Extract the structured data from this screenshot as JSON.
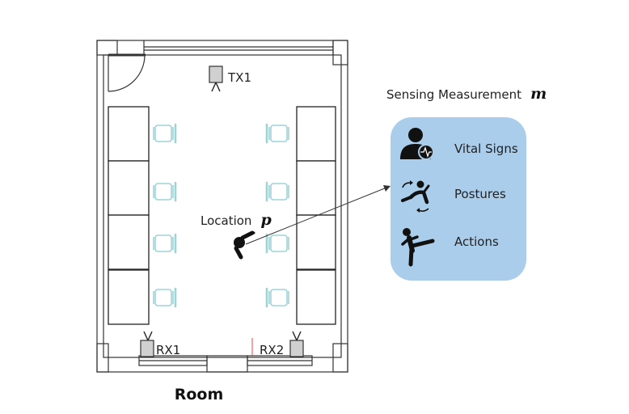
{
  "room": {
    "label": "Room",
    "transmitters": [
      {
        "label": "TX1"
      }
    ],
    "receivers": [
      {
        "label": "RX1"
      },
      {
        "label": "RX2"
      }
    ],
    "location_label": "Location",
    "location_symbol": "p"
  },
  "panel": {
    "title": "Sensing Measurement",
    "title_symbol": "m",
    "items": [
      {
        "label": "Vital Signs",
        "icon": "vital-signs-icon"
      },
      {
        "label": "Postures",
        "icon": "postures-icon"
      },
      {
        "label": "Actions",
        "icon": "actions-icon"
      }
    ],
    "fill_color": "#aacdec"
  },
  "colors": {
    "wall": "#333333",
    "chair": "#9fd3d6",
    "device_fill": "#d0d0d0",
    "marker_red": "#e64646"
  }
}
